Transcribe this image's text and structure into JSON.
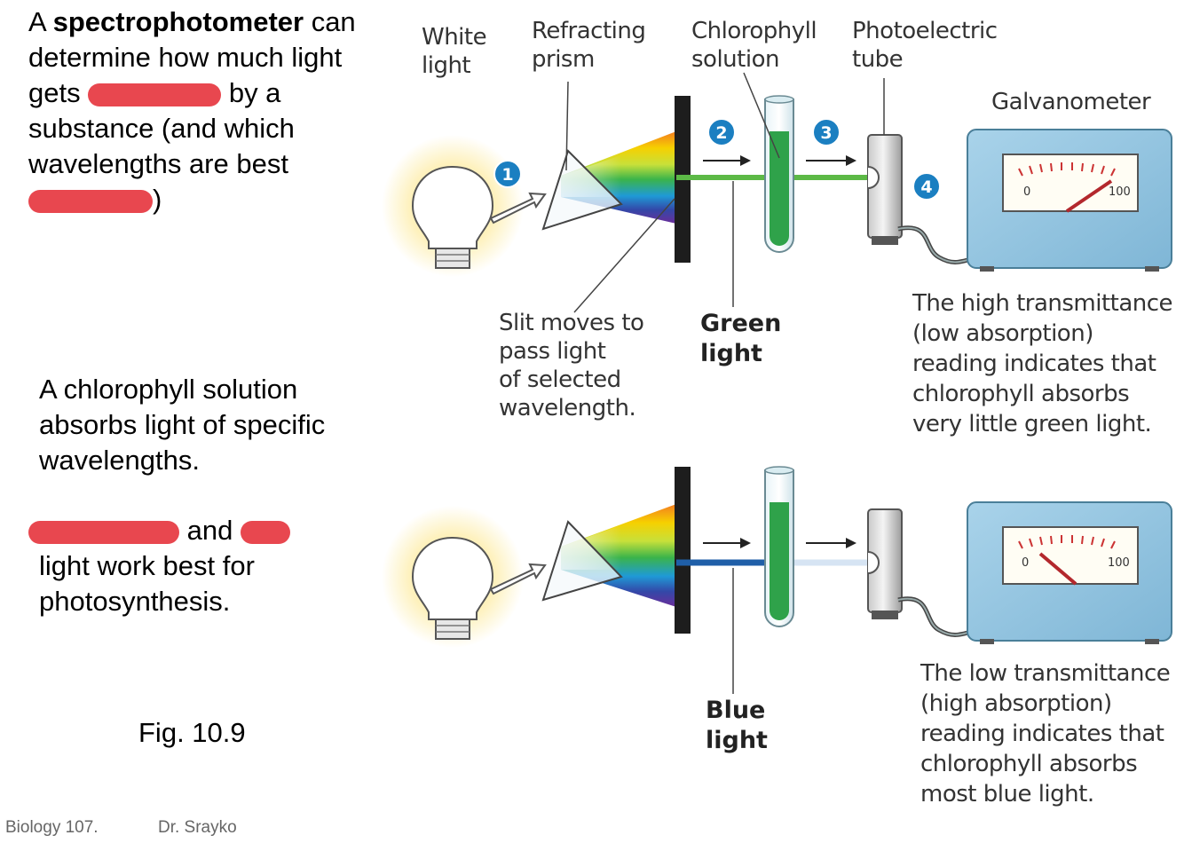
{
  "intro": {
    "prefix": "A ",
    "term": "spectrophotometer",
    "line1_rest": " can",
    "line2": "determine how much light",
    "line3_start": "gets ",
    "line3_end": " by a",
    "line4": "substance (and which",
    "line5": "wavelengths are best",
    "line6_end": ")"
  },
  "chlorophyll_note": {
    "line1": "A chlorophyll solution",
    "line2": "absorbs light of specific",
    "line3": "wavelengths."
  },
  "photosynthesis_note": {
    "line1_mid": " and",
    "line2": "light work best for",
    "line3": "photosynthesis."
  },
  "figure_label": "Fig. 10.9",
  "footer": {
    "course": "Biology 107.",
    "instructor": "Dr. Srayko"
  },
  "labels": {
    "white_light": [
      "White",
      "light"
    ],
    "prism": [
      "Refracting",
      "prism"
    ],
    "solution": [
      "Chlorophyll",
      "solution"
    ],
    "tube": [
      "Photoelectric",
      "tube"
    ],
    "galvanometer": "Galvanometer",
    "slit": [
      "Slit moves to",
      "pass light",
      "of selected",
      "wavelength."
    ],
    "green_light": [
      "Green",
      "light"
    ],
    "blue_light": [
      "Blue",
      "light"
    ]
  },
  "steps": [
    "1",
    "2",
    "3",
    "4"
  ],
  "meter": {
    "min": "0",
    "max": "100"
  },
  "captions": {
    "high": [
      "The high transmittance",
      "(low absorption)",
      "reading indicates that",
      "chlorophyll absorbs",
      "very little green light."
    ],
    "low": [
      "The low transmittance",
      "(high absorption)",
      "reading indicates that",
      "chlorophyll absorbs",
      "most blue light."
    ]
  },
  "colors": {
    "green_beam": "#5cb946",
    "blue_beam": "#1f5fa8",
    "solution": "#2fa24a",
    "meter_body": "#8ec3e0",
    "step_badge": "#1b7fc1",
    "redaction": "#e8474f",
    "needle": "#b3282d"
  }
}
